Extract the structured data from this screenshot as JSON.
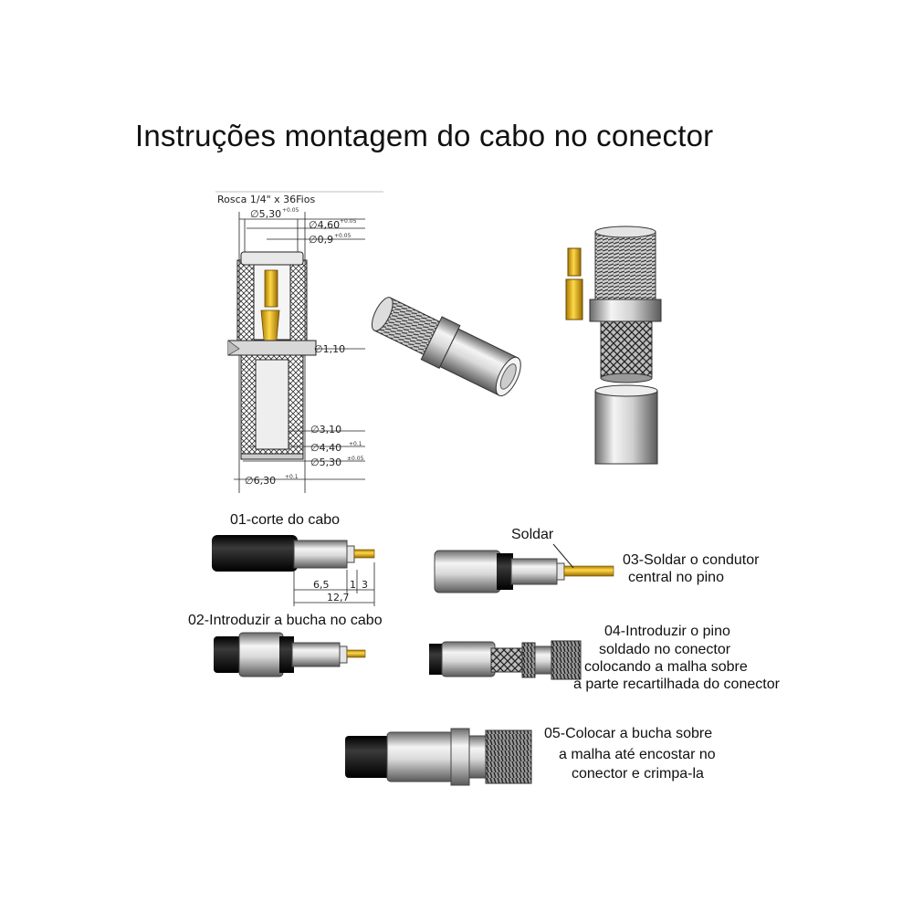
{
  "title": "Instruções montagem do cabo no conector",
  "drawing": {
    "thread_label": "Rosca 1/4\" x 36Fios",
    "dims": {
      "d530": "∅5,30",
      "d530_tol": "+0.05",
      "d460": "∅4,60",
      "d460_tol": "+0.05",
      "d09": "∅0,9",
      "d09_tol": "+0.05",
      "d110": "∅1,10",
      "d310": "∅3,10",
      "d440": "∅4,40",
      "d440_tol": "+0.1",
      "d530b": "∅5,30",
      "d530b_tol": "±0.05",
      "d630": "∅6,30",
      "d630_tol": "+0.1"
    }
  },
  "steps": {
    "s01": "01-corte do cabo",
    "s01_dims": {
      "a": "6,5",
      "b": "1",
      "c": "3",
      "total": "12,7"
    },
    "s02": "02-Introduzir a bucha no cabo",
    "solder_label": "Soldar",
    "s03_l1": "03-Soldar o condutor",
    "s03_l2": "central no pino",
    "s04_l1": "04-Introduzir o pino",
    "s04_l2": "soldado no conector",
    "s04_l3": "colocando a malha sobre",
    "s04_l4": "a parte recartilhada do conector",
    "s05_l1": "05-Colocar a bucha sobre",
    "s05_l2": "a malha até encostar no",
    "s05_l3": "conector e crimpa-la"
  }
}
